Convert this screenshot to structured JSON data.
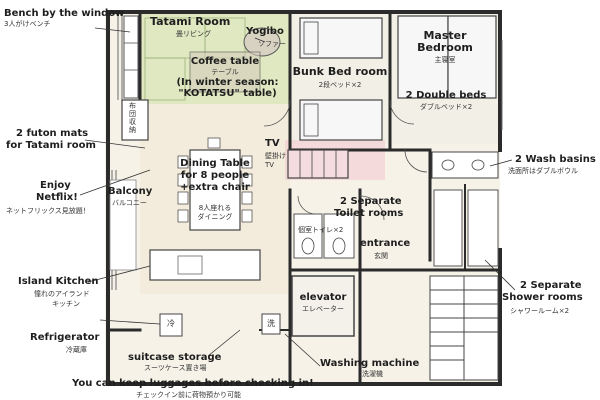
{
  "labels": {
    "bench": "Bench by the window",
    "bench_jp": "3人がけベンチ",
    "tatami_room": "Tatami Room",
    "tatami_room_jp": "畳リビング",
    "yogibo": "Yogibo",
    "yogibo_jp": "ソファー",
    "coffee_table": "Coffee table",
    "coffee_table_jp": "テーブル",
    "winter_season": "(In winter season:",
    "kotatsu": "\"KOTATSU\" table)",
    "bunk_bed_room": "Bunk Bed room",
    "bunk_bed_jp": "2段ベッド×2",
    "master_1": "Master",
    "master_2": "Bedroom",
    "master_jp": "主寝室",
    "double_beds": "2 Double beds",
    "double_beds_jp": "ダブルベッド×2",
    "futon_storage_jp": "布団収納",
    "futon_1": "2 futon mats",
    "futon_2": "for Tatami room",
    "tv": "TV",
    "tv_jp_1": "壁掛け",
    "tv_jp_2": "TV",
    "dining_1": "Dining Table",
    "dining_2": "for 8 people",
    "dining_3": "+extra chair",
    "dining_jp_1": "8人座れる",
    "dining_jp_2": "ダイニング",
    "netflix_1": "Enjoy",
    "netflix_2": "Netflix!",
    "netflix_jp": "ネットフリックス見放題！",
    "balcony": "Balcony",
    "balcony_jp": "バルコニー",
    "wash_basins": "2 Wash basins",
    "wash_basins_jp": "洗面所はダブルボウル",
    "toilet_1": "2 Separate",
    "toilet_2": "Toilet rooms",
    "toilet_jp": "個室トイレ×2",
    "entrance": "entrance",
    "entrance_jp": "玄関",
    "island_kitchen": "Island Kitchen",
    "island_kitchen_jp_1": "憧れのアイランド",
    "island_kitchen_jp_2": "キッチン",
    "elevator": "elevator",
    "elevator_jp": "エレベーター",
    "shower_1": "2 Separate",
    "shower_2": "Shower rooms",
    "shower_jp": "シャワールーム×2",
    "refrigerator": "Refrigerator",
    "refrigerator_jp": "冷蔵庫",
    "fridge_mark": "冷",
    "washer_mark": "洗",
    "suitcase": "suitcase storage",
    "suitcase_jp": "スーツケース置き場",
    "washing_machine": "Washing machine",
    "washing_machine_jp": "洗濯機",
    "luggage": "You can keep luggages before checking in!",
    "luggage_jp": "チェックイン前に荷物預かり可能"
  },
  "colors": {
    "wall": "#2b2b2b",
    "tatami_green": "#dfe8c0",
    "floor_beige": "#efe7d6",
    "bed_white": "#f7f7f7",
    "tv_pink": "#f2b7c0",
    "label_ink": "#1e1e1e"
  }
}
